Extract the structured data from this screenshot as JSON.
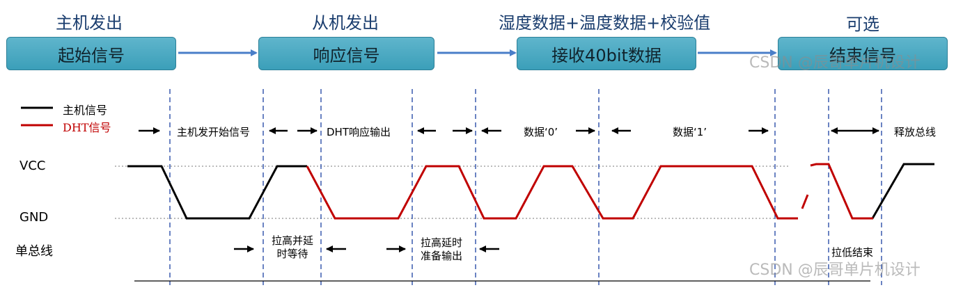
{
  "header": {
    "host_send": "主机发出",
    "slave_send": "从机发出",
    "data_send": "湿度数据+温度数据+校验值",
    "optional": "可选"
  },
  "boxes": {
    "start_signal": "起始信号",
    "response_signal": "响应信号",
    "receive_data": "接收40bit数据",
    "end_signal": "结束信号"
  },
  "legend": {
    "host_signal": "主机信号",
    "dht_signal": "DHT信号",
    "host_color": "#000000",
    "dht_color": "#c00000"
  },
  "phases": {
    "host_start": "主机发开始信号",
    "dht_response": "DHT响应输出",
    "data_0": "数据‘0’",
    "data_1": "数据‘1’",
    "release_bus": "释放总线"
  },
  "levels": {
    "vcc": "VCC",
    "gnd": "GND",
    "single_bus": "单总线"
  },
  "notes": {
    "pull_high_wait_l1": "拉高并延",
    "pull_high_wait_l2": "时等待",
    "pull_high_prepare_l1": "拉高延时",
    "pull_high_prepare_l2": "准备输出",
    "pull_low_end": "拉低结束"
  },
  "watermark": "CSDN @辰哥单片机设计",
  "colors": {
    "box_fill": "#4aa8c2",
    "flow_arrow": "#4a7ec8",
    "divider": "#2b4ea8"
  }
}
